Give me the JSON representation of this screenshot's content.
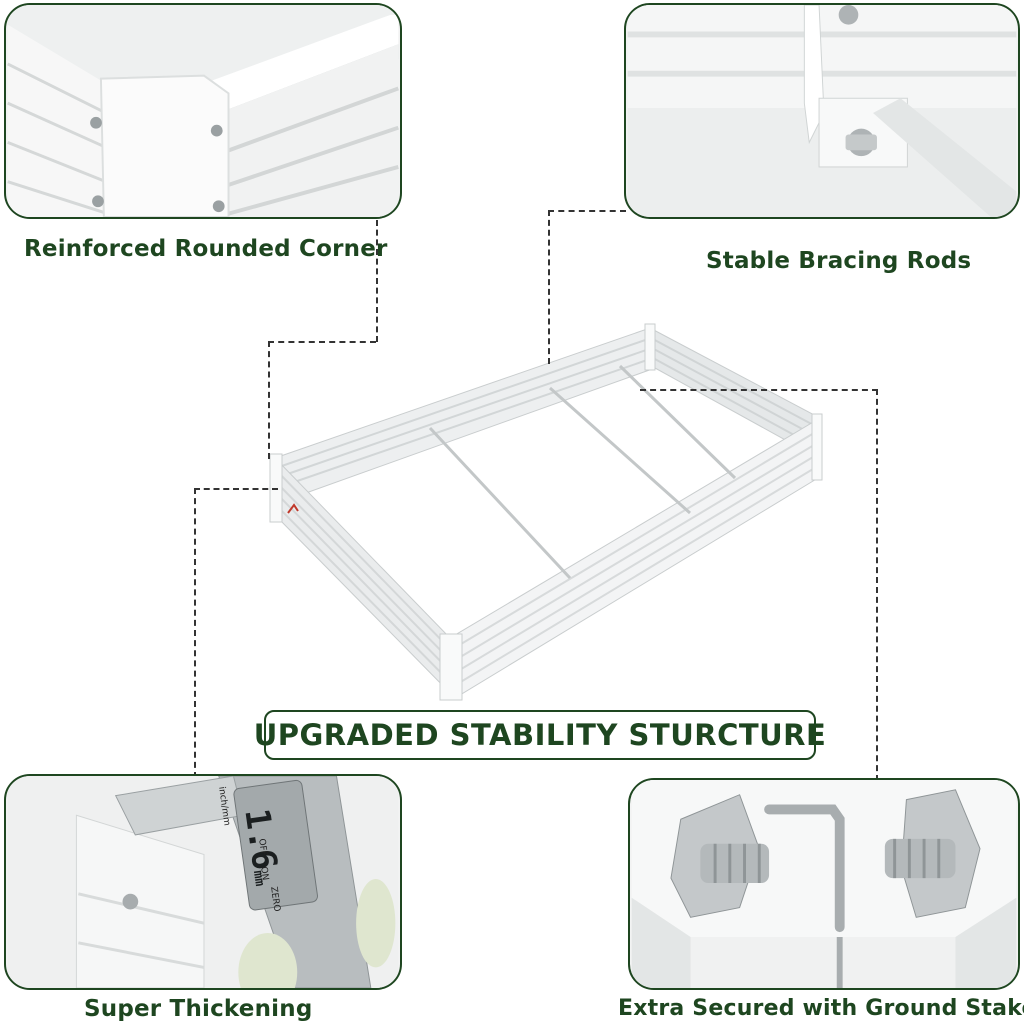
{
  "headline": "UPGRADED STABILITY STURCTURE",
  "features": {
    "corner": "Reinforced Rounded Corner",
    "bracing": "Stable Bracing Rods",
    "thickness": "Super Thickening",
    "stakes": "Extra Secured with Ground Stakes"
  },
  "caliper": {
    "reading": "1.6",
    "unit": "mm",
    "scale_label": "inch/mm",
    "buttons": [
      "OFF",
      "ON",
      "ZERO"
    ]
  },
  "colors": {
    "accent": "#1e4620",
    "metal": "#e8eaea"
  }
}
